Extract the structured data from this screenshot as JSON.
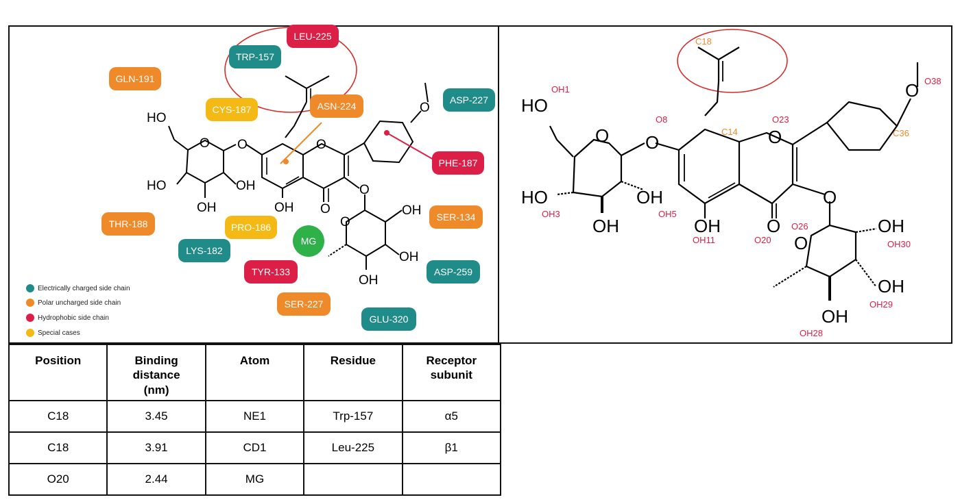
{
  "left_panel": {
    "residues": [
      {
        "label": "LEU-225",
        "category": "hydrophobic"
      },
      {
        "label": "TRP-157",
        "category": "charged"
      },
      {
        "label": "GLN-191",
        "category": "polar"
      },
      {
        "label": "CYS-187",
        "category": "special"
      },
      {
        "label": "ASN-224",
        "category": "polar"
      },
      {
        "label": "ASP-227",
        "category": "charged"
      },
      {
        "label": "PHE-187",
        "category": "hydrophobic"
      },
      {
        "label": "SER-134",
        "category": "polar"
      },
      {
        "label": "THR-188",
        "category": "polar"
      },
      {
        "label": "PRO-186",
        "category": "special"
      },
      {
        "label": "MG",
        "category": "metal"
      },
      {
        "label": "LYS-182",
        "category": "charged"
      },
      {
        "label": "TYR-133",
        "category": "hydrophobic"
      },
      {
        "label": "ASP-259",
        "category": "charged"
      },
      {
        "label": "SER-227",
        "category": "polar"
      },
      {
        "label": "GLU-320",
        "category": "charged"
      }
    ],
    "molecule_labels": {
      "ho_top": "HO",
      "ho_left": "HO",
      "oh_ring_right": "OH",
      "oh_ring_bottom": "OH",
      "o_ring": "O",
      "o_link": "O",
      "o_chromone": "O",
      "oh_chromone": "OH",
      "o_keto": "O",
      "o_link2": "O",
      "o_methoxy": "O",
      "o_rham": "O",
      "oh_rham1": "OH",
      "oh_rham2": "OH",
      "oh_rham3": "OH"
    },
    "legend": [
      {
        "label": "Electrically charged side chain",
        "color": "#1f8c8a"
      },
      {
        "label": "Polar uncharged side chain",
        "color": "#ef8a2b"
      },
      {
        "label": "Hydrophobic side chain",
        "color": "#dc1f47"
      },
      {
        "label": "Special cases",
        "color": "#f5b916"
      }
    ]
  },
  "right_panel": {
    "atom_labels": {
      "c18": "C18",
      "o38": "O38",
      "oh1": "OH1",
      "o8": "O8",
      "o23": "O23",
      "c14": "C14",
      "c36": "C36",
      "oh3": "OH3",
      "oh5": "OH5",
      "oh11": "OH11",
      "o20": "O20",
      "o26": "O26",
      "oh30": "OH30",
      "oh29": "OH29",
      "oh28": "OH28"
    },
    "atom_glyphs": {
      "ho_top": "HO",
      "o_ring": "O",
      "o_link": "O",
      "o_chromone": "O",
      "o_methoxy": "O",
      "ho_left": "HO",
      "oh_ring_right": "OH",
      "oh_ring_bottom": "OH",
      "oh_chromone": "OH",
      "o_keto": "O",
      "o_link2": "O",
      "o_rham": "O",
      "oh_rham1": "OH",
      "oh_rham2": "OH",
      "oh_rham3": "OH"
    }
  },
  "table": {
    "headers": [
      "Position",
      "Binding distance (nm)",
      "Atom",
      "Residue",
      "Receptor subunit"
    ],
    "rows": [
      [
        "C18",
        "3.45",
        "NE1",
        "Trp-157",
        "α5"
      ],
      [
        "C18",
        "3.91",
        "CD1",
        "Leu-225",
        "β1"
      ],
      [
        "O20",
        "2.44",
        "MG",
        "",
        ""
      ]
    ]
  }
}
